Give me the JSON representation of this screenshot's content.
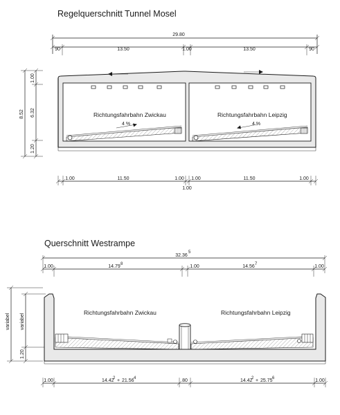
{
  "sections": [
    {
      "title": "Regelquerschnitt Tunnel Mosel",
      "top_dims": {
        "total": "29.80",
        "left_edge": "90",
        "bore1": "13.50",
        "mid": "1.00",
        "bore2": "13.50",
        "right_edge": "90"
      },
      "height_dims": {
        "total": "8.52",
        "top": "1.00",
        "mid": "6.32",
        "bottom": "1.20"
      },
      "bottom_dims": {
        "w1": "1.00",
        "span1": "11.50",
        "w2": "1.00",
        "w3": "1.00",
        "span2": "11.50",
        "w4": "1.00",
        "center": "1.00"
      },
      "label_left": "Richtungsfahrbahn Zwickau",
      "label_right": "Richtungsfahrbahn Leipzig",
      "slope": "4 %"
    },
    {
      "title": "Querschnitt Westrampe",
      "top_dims": {
        "total": "32.36",
        "total_sup": "5",
        "left_edge": "1.00",
        "lane1": "14.79",
        "lane1_sup": "8",
        "mid": "1.00",
        "lane2": "14.56",
        "lane2_sup": "7",
        "right_edge": "1.00"
      },
      "height_dims": {
        "outer": "variabel",
        "inner": "variabel",
        "bottom": "1.20"
      },
      "bottom_dims": {
        "left_edge": "1.00",
        "span1_a": "14.42",
        "span1_a_sup": "2",
        "plus1": "+",
        "span1_b": "21.56",
        "span1_b_sup": "4",
        "center": "80",
        "span2_a": "14.42",
        "span2_a_sup": "2",
        "plus2": "+",
        "span2_b": "25.75",
        "span2_b_sup": "6",
        "right_edge": "1.00"
      },
      "label_left": "Richtungsfahrbahn Zwickau",
      "label_right": "Richtungsfahrbahn Leipzig"
    }
  ]
}
